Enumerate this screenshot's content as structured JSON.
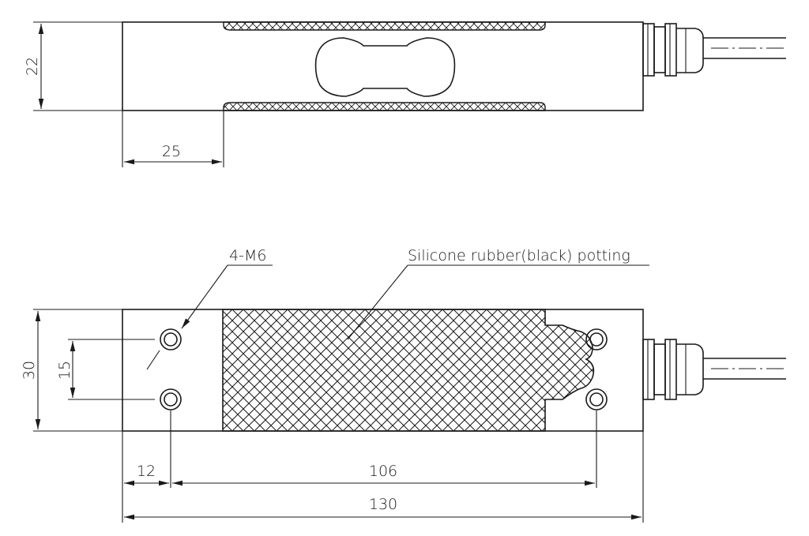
{
  "top_view": {
    "dim_height": "22",
    "dim_offset": "25"
  },
  "bottom_view": {
    "dim_height": "30",
    "dim_hole_spacing": "15",
    "dim_edge_to_hole": "12",
    "dim_hole_to_hole": "106",
    "dim_overall_length": "130",
    "callout_holes": "4-M6",
    "callout_potting": "Silicone rubber(black) potting"
  },
  "colors": {
    "line": "#1a1a1a",
    "background": "#ffffff"
  }
}
